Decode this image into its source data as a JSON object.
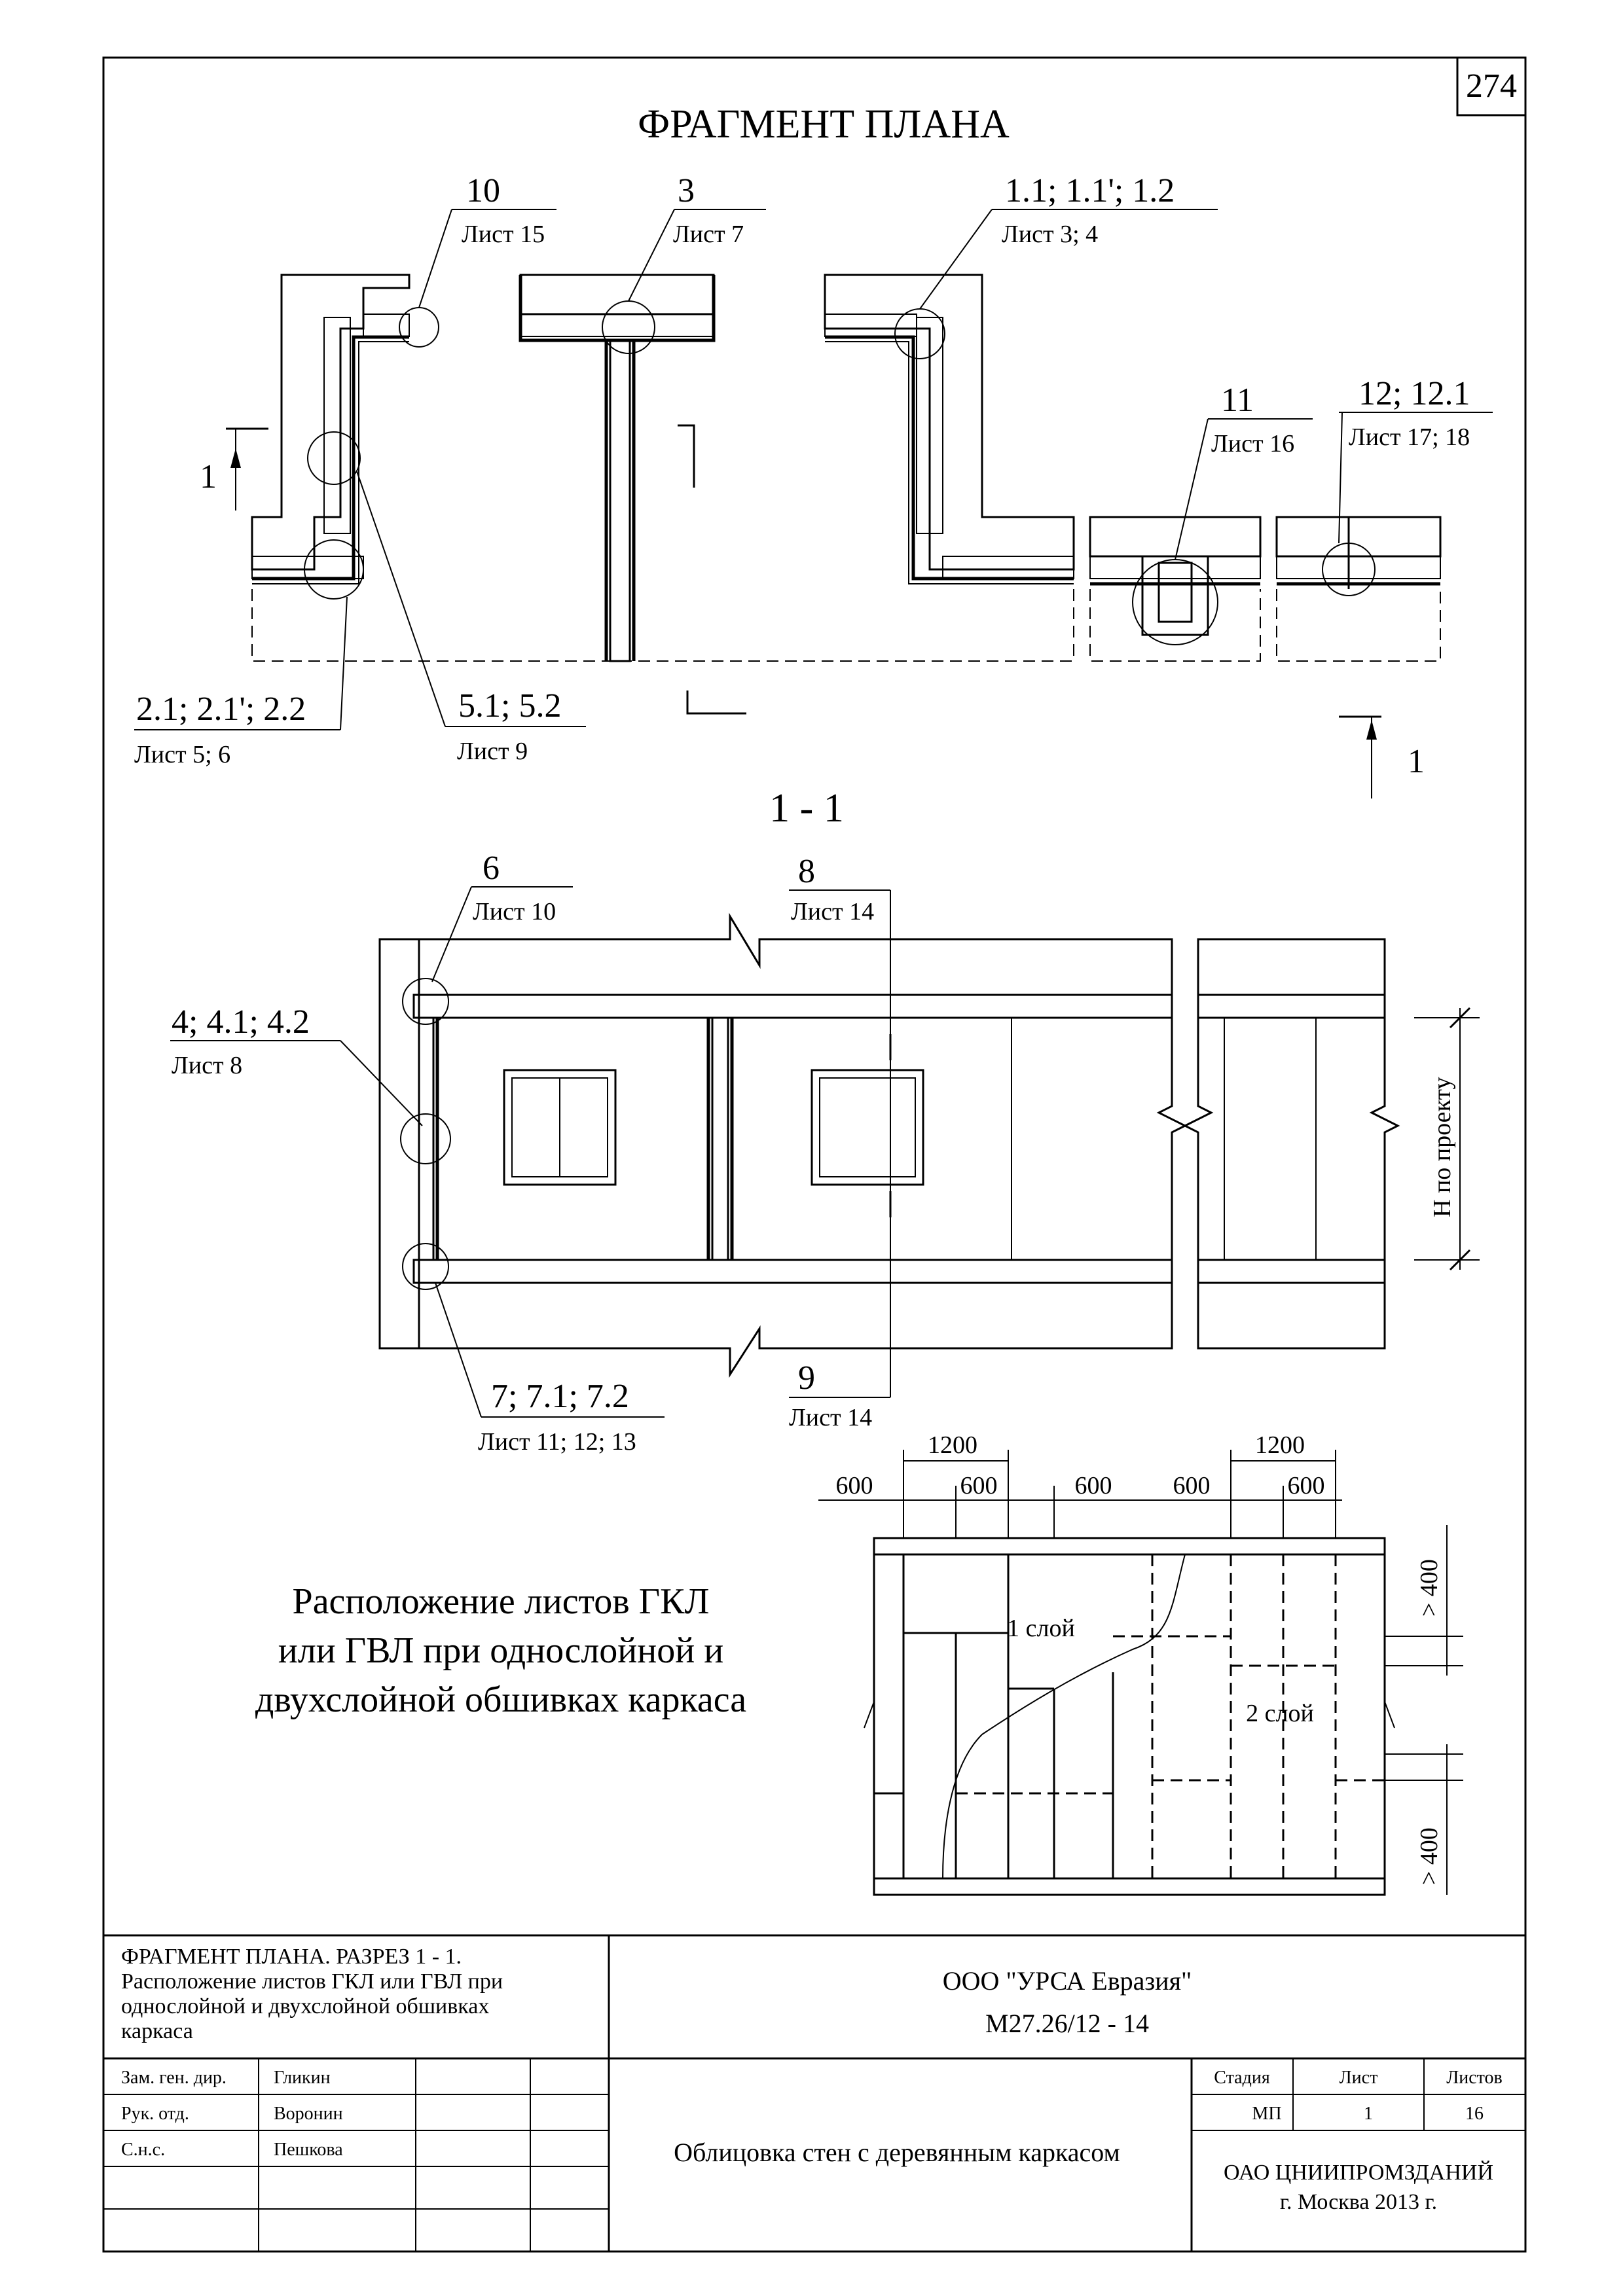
{
  "sheet_number": "274",
  "plan": {
    "title": "ФРАГМЕНТ ПЛАНА",
    "callouts": [
      {
        "id": "c10",
        "num": "10",
        "ref": "Лист 15"
      },
      {
        "id": "c3",
        "num": "3",
        "ref": "Лист 7"
      },
      {
        "id": "c1",
        "num": "1.1; 1.1'; 1.2",
        "ref": "Лист 3; 4"
      },
      {
        "id": "c11",
        "num": "11",
        "ref": "Лист 16"
      },
      {
        "id": "c12",
        "num": "12; 12.1",
        "ref": "Лист 17; 18"
      },
      {
        "id": "c2",
        "num": "2.1; 2.1'; 2.2",
        "ref": "Лист 5; 6"
      },
      {
        "id": "c5",
        "num": "5.1; 5.2",
        "ref": "Лист 9"
      }
    ],
    "section_mark": "1"
  },
  "section": {
    "title": "1 - 1",
    "callouts": [
      {
        "id": "s6",
        "num": "6",
        "ref": "Лист 10"
      },
      {
        "id": "s8",
        "num": "8",
        "ref": "Лист 14"
      },
      {
        "id": "s4",
        "num": "4; 4.1; 4.2",
        "ref": "Лист 8"
      },
      {
        "id": "s7",
        "num": "7; 7.1; 7.2",
        "ref": "Лист 11; 12; 13"
      },
      {
        "id": "s9",
        "num": "9",
        "ref": "Лист 14"
      }
    ],
    "height_label": "Н по проекту"
  },
  "layout_diagram": {
    "caption_lines": [
      "Расположение  листов ГКЛ",
      "или ГВЛ при однослойной и",
      "двухслойной обшивках каркаса"
    ],
    "dims_top": [
      "1200",
      "1200"
    ],
    "dims_bottom": [
      "600",
      "600",
      "600",
      "600",
      "600"
    ],
    "layer1": "1 слой",
    "layer2": "2 слой",
    "dim_side_top": "> 400",
    "dim_side_bottom": "> 400"
  },
  "title_block": {
    "description_lines": [
      "ФРАГМЕНТ ПЛАНА. РАЗРЕЗ 1 - 1.",
      "Расположение листов ГКЛ или ГВЛ при",
      "однослойной и двухслойной обшивках",
      "каркаса"
    ],
    "company": "ООО \"УРСА Евразия\"",
    "code": "М27.26/12 - 14",
    "staff": [
      {
        "role": "Зам. ген. дир.",
        "name": "Гликин"
      },
      {
        "role": "Рук. отд.",
        "name": "Воронин"
      },
      {
        "role": "С.н.с.",
        "name": "Пешкова"
      }
    ],
    "headers": {
      "stage": "Стадия",
      "sheet": "Лист",
      "sheets": "Листов"
    },
    "values": {
      "stage": "МП",
      "sheet": "1",
      "sheets": "16"
    },
    "subject": "Облицовка стен с деревянным каркасом",
    "org_line1": "ОАО ЦНИИПРОМЗДАНИЙ",
    "org_line2": "г. Москва 2013 г."
  }
}
